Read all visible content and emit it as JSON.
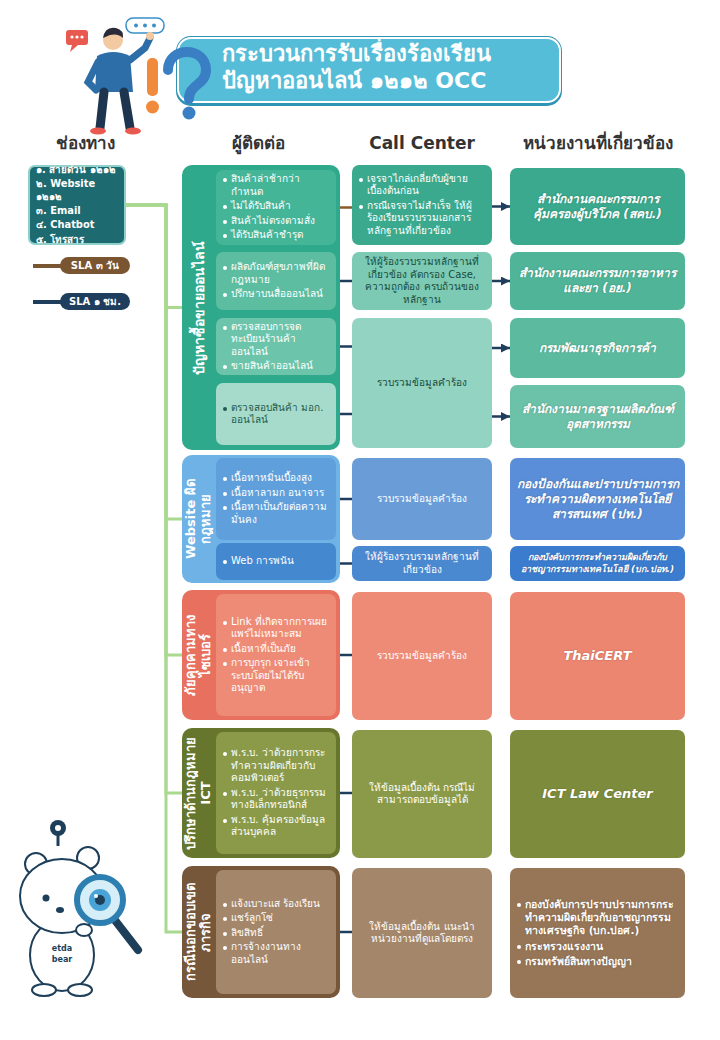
{
  "diagram": {
    "title": "กระบวนการรับเรื่องร้องเรียน ปัญหาออนไลน์ ๑๒๑๒ OCC",
    "nodes": [
      {
        "text": [
          "๑. สายด่วน ๑๒๑๒",
          "๒. Website ๑๒๑๒",
          "๓. Email",
          "๔. Chatbot",
          "๕. โทรสาร"
        ]
      },
      {
        "text": [
          "ปัญหาซื้อขายออนไลน์"
        ]
      },
      {
        "text": [
          "สินค้าล่าช้ากว่ากำหนด",
          "ไม่ได้รับสินค้า",
          "สินค้าไม่ตรงตามสั่ง",
          "ได้รับสินค้าชำรุด"
        ],
        "in": 1
      },
      {
        "text": [
          "ผลิตภัณฑ์สุขภาพที่ผิดกฎหมาย",
          "ปรึกษาบนสื่อออนไลน์"
        ],
        "in": 1
      },
      {
        "text": [
          "ตรวจสอบการจดทะเบียนร้านค้าออนไลน์",
          "ขายสินค้าออนไลน์"
        ],
        "in": 1
      },
      {
        "text": [
          "ตรวจสอบสินค้า มอก. ออนไลน์"
        ],
        "in": 1
      },
      {
        "text": [
          "เจรจาไกล่เกลี่ยกับผู้ขายเบื้องต้นก่อน",
          "กรณีเจรจาไม่สำเร็จ ให้ผู้ร้องเรียนรวบรวมเอกสารหลักฐานที่เกี่ยวข้อง"
        ]
      },
      {
        "text": [
          "ให้ผู้ร้องรวบรวมหลักฐานที่เกี่ยวข้อง คัดกรอง Case, ความถูกต้อง ครบถ้วนของหลักฐาน"
        ]
      },
      {
        "text": [
          "รวบรวมข้อมูลคำร้อง"
        ]
      },
      {
        "text": [
          "สำนักงานคณะกรรมการคุ้มครองผู้บริโภค (สคบ.)"
        ]
      },
      {
        "text": [
          "สำนักงานคณะกรรมการอาหารและยา (อย.)"
        ]
      },
      {
        "text": [
          "กรมพัฒนาธุรกิจการค้า"
        ]
      },
      {
        "text": [
          "สำนักงานมาตรฐานผลิตภัณฑ์อุตสาหกรรม"
        ]
      },
      {
        "text": [
          "Website ผิดกฎหมาย"
        ]
      },
      {
        "text": [
          "เนื้อหาหมิ่นเบื้องสูง",
          "เนื้อหาลามก อนาจาร",
          "เนื้อหาเป็นภัยต่อความมั่นคง"
        ],
        "in": 13
      },
      {
        "text": [
          "Web การพนัน"
        ],
        "in": 13
      },
      {
        "text": [
          "รวบรวมข้อมูลคำร้อง"
        ]
      },
      {
        "text": [
          "ให้ผู้ร้องรวบรวมหลักฐานที่เกี่ยวข้อง"
        ]
      },
      {
        "text": [
          "กองป้องกันและปราบปรามการกระทำความผิดทางเทคโนโลยีสารสนเทศ (ปท.)"
        ]
      },
      {
        "text": [
          "กองบังคับการกระทำความผิดเกี่ยวกับอาชญากรรมทางเทคโนโลยี (บก.ปอท.)"
        ]
      },
      {
        "text": [
          "ภัยคุกคามทางไซเบอร์"
        ]
      },
      {
        "text": [
          "Link ที่เกิดจากการเผยแพร่ไม่เหมาะสม",
          "เนื้อหาที่เป็นภัย",
          "การบุกรุก เจาะเข้าระบบโดยไม่ได้รับอนุญาต"
        ],
        "in": 20
      },
      {
        "text": [
          "รวบรวมข้อมูลคำร้อง"
        ]
      },
      {
        "text": [
          "ThaiCERT"
        ]
      },
      {
        "text": [
          "ปรึกษาด้านกฎหมาย ICT"
        ]
      },
      {
        "text": [
          "พ.ร.บ. ว่าด้วยการกระทำความผิดเกี่ยวกับคอมพิวเตอร์",
          "พ.ร.บ. ว่าด้วยธุรกรรมทางอิเล็กทรอนิกส์",
          "พ.ร.บ. คุ้มครองข้อมูลส่วนบุคคล"
        ],
        "in": 24
      },
      {
        "text": [
          "ให้ข้อมูลเบื้องต้น กรณีไม่สามารถตอบข้อมูลได้"
        ]
      },
      {
        "text": [
          "ICT Law Center"
        ]
      },
      {
        "text": [
          "กรณีนอกขอบเขตภารกิจ"
        ]
      },
      {
        "text": [
          "แจ้งเบาะแส ร้องเรียน",
          "แชร์ลูกโซ่",
          "ลิขสิทธิ์",
          "การจ้างงานทางออนไลน์"
        ],
        "in": 28
      },
      {
        "text": [
          "ให้ข้อมูลเบื้องต้น แนะนำหน่วยงานที่ดูแลโดยตรง"
        ]
      },
      {
        "text": [
          "กองบังคับการปราบปรามการกระทำความผิดเกี่ยวกับอาชญากรรมทางเศรษฐกิจ (บก.ปอศ.)",
          "กระทรวงแรงงาน",
          "กรมทรัพย์สินทางปัญญา"
        ]
      }
    ],
    "edges": [
      {
        "from": 0,
        "to": 1,
        "arrow": "none"
      },
      {
        "from": 0,
        "to": 13,
        "arrow": "none"
      },
      {
        "from": 0,
        "to": 20,
        "arrow": "none"
      },
      {
        "from": 0,
        "to": 24,
        "arrow": "none"
      },
      {
        "from": 0,
        "to": 28,
        "arrow": "none"
      },
      {
        "from": 2,
        "to": 6,
        "arrow": "none"
      },
      {
        "from": 3,
        "to": 7,
        "arrow": "none"
      },
      {
        "from": 4,
        "to": 8,
        "arrow": "none"
      },
      {
        "from": 5,
        "to": 8,
        "arrow": "none"
      },
      {
        "from": 6,
        "to": 9,
        "arrow": "to"
      },
      {
        "from": 7,
        "to": 10,
        "arrow": "to"
      },
      {
        "from": 8,
        "to": 11,
        "arrow": "to"
      },
      {
        "from": 8,
        "to": 12,
        "arrow": "to"
      },
      {
        "from": 14,
        "to": 16,
        "arrow": "none"
      },
      {
        "from": 15,
        "to": 17,
        "arrow": "none"
      },
      {
        "from": 21,
        "to": 22,
        "arrow": "none"
      },
      {
        "from": 25,
        "to": 26,
        "arrow": "none"
      },
      {
        "from": 29,
        "to": 30,
        "arrow": "none"
      }
    ],
    "labels": [
      "ช่องทาง",
      "ผู้ติดต่อ",
      "Call Center",
      "หน่วยงานที่เกี่ยวข้อง",
      "etda",
      "bear"
    ],
    "legend": [
      {
        "text": "SLA ๓ วัน"
      },
      {
        "text": "SLA ๑ ชม."
      }
    ]
  }
}
